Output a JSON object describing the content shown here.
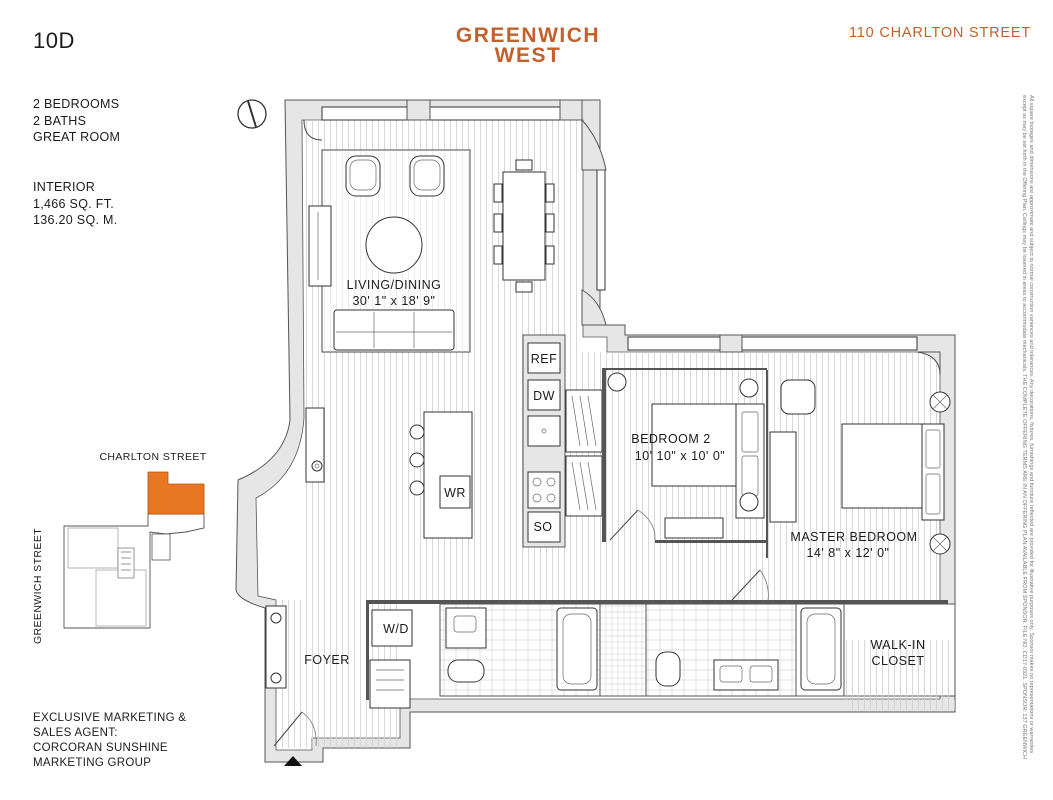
{
  "unit": "10D",
  "brand": {
    "line1": "GREENWICH",
    "line2": "WEST",
    "color": "#c4602c"
  },
  "address": "110 CHARLTON STREET",
  "facts": [
    "2 BEDROOMS",
    "2 BATHS",
    "GREAT ROOM"
  ],
  "interior": {
    "label": "INTERIOR",
    "sqft": "1,466 SQ. FT.",
    "sqm": "136.20 SQ. M."
  },
  "rooms": {
    "living": {
      "name": "LIVING/DINING",
      "dims": "30' 1\" x 18' 9\""
    },
    "bedroom2": {
      "name": "BEDROOM 2",
      "dims": "10' 10\" x 10' 0\""
    },
    "master": {
      "name": "MASTER BEDROOM",
      "dims": "14' 8\" x 12' 0\""
    },
    "foyer": "FOYER",
    "walkin_line1": "WALK-IN",
    "walkin_line2": "CLOSET",
    "ref": "REF",
    "dw": "DW",
    "so": "SO",
    "wr": "WR",
    "wd": "W/D"
  },
  "keyplan": {
    "street_top": "CHARLTON STREET",
    "street_side": "GREENWICH STREET",
    "highlight_color": "#e87722"
  },
  "agent": [
    "EXCLUSIVE MARKETING &",
    "SALES AGENT:",
    "CORCORAN SUNSHINE",
    "MARKETING GROUP"
  ],
  "disclaimer": "All square footages and dimensions are approximate and subject to normal construction variances and tolerances. Any decorations, fixtures, furnishings and furniture reflected are provided for illustrative purposes only. Sponsor makes no representations or warranties except as may be set forth in the Offering Plan. Ceilings may be lowered in areas to accommodate mechanicals. THE COMPLETE OFFERING TERMS ARE IN AN OFFERING PLAN AVAILABLE FROM SPONSOR. FILE NO. CD17-0321. SPONSOR: 137 GREENWICH OWNER LLC, 483 BROADWAY, 5TH FLOOR, NEW YORK, NEW YORK, 10013. Equal Housing Opportunity."
}
